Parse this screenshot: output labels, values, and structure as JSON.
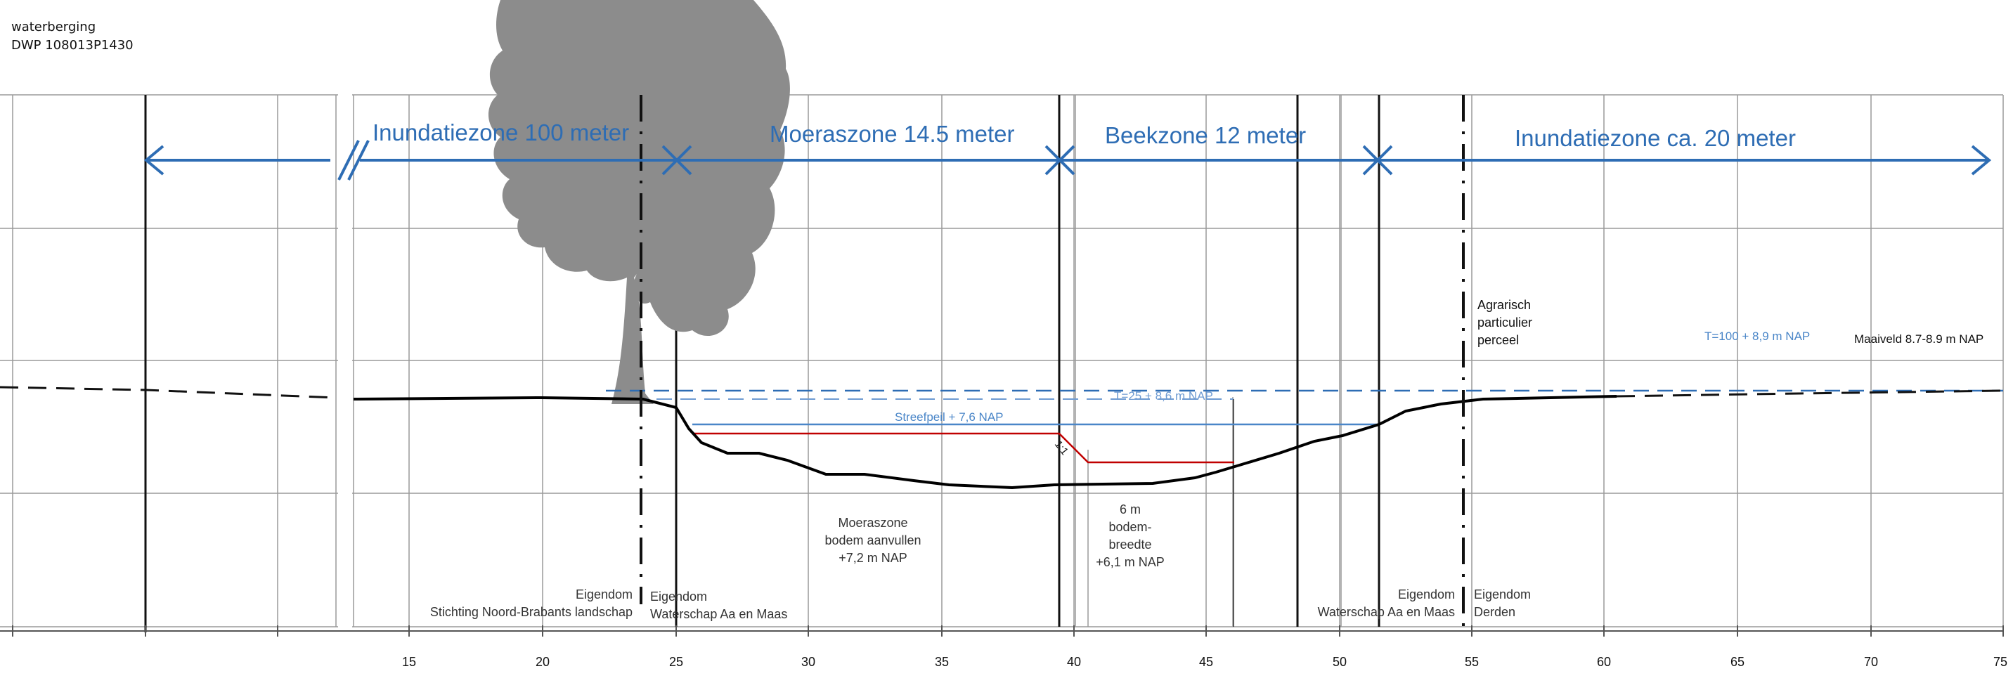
{
  "header": {
    "line1": "waterberging",
    "line2": "DWP 108013P1430"
  },
  "zones": {
    "inundatie_left": "Inundatiezone 100 meter",
    "moeras": "Moeraszone 14.5 meter",
    "beek": "Beekzone  12 meter",
    "inundatie_right": "Inundatiezone ca. 20 meter"
  },
  "levels": {
    "t100": "T=100 + 8,9 m NAP",
    "t25": "T=25 + 8,6 m NAP",
    "streefpeil": "Streefpeil  + 7,6 NAP",
    "maaiveld": "Maaiveld 8.7-8.9 m NAP",
    "slope": "1:1"
  },
  "notes": {
    "moeras": [
      "Moeraszone",
      "bodem aanvullen",
      "+7,2 m NAP"
    ],
    "bodem": [
      "6 m",
      "bodem-",
      "breedte",
      "+6,1 m NAP"
    ],
    "agrarisch": [
      "Agrarisch",
      "particulier",
      "perceel"
    ],
    "eig_stichting": [
      "Eigendom",
      "Stichting Noord-Brabants landschap"
    ],
    "eig_waterschap_l": [
      "Eigendom",
      "Waterschap Aa en Maas"
    ],
    "eig_waterschap_r": [
      "Eigendom",
      "Waterschap Aa en Maas"
    ],
    "eig_derden": [
      "Eigendom",
      "Derden"
    ]
  },
  "axis": {
    "ticks": [
      "15",
      "20",
      "25",
      "30",
      "35",
      "40",
      "45",
      "50",
      "55",
      "60",
      "65",
      "70",
      "75"
    ]
  },
  "colors": {
    "blue": "#2E6DB4",
    "lightblue": "#4A86C8",
    "red": "#C00000",
    "tree": "#8C8C8C",
    "grid": "#9A9A9A",
    "terrain": "#000000"
  },
  "icons": {
    "tree": "tree-silhouette"
  }
}
